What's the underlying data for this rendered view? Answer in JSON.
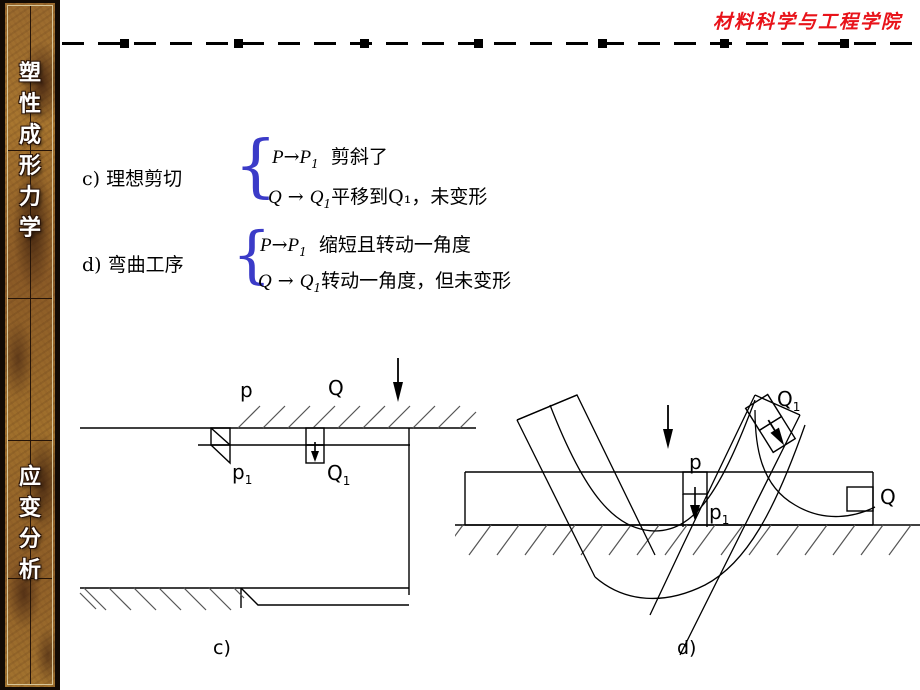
{
  "slide": {
    "header_title": "材料科学与工程学院",
    "header_accent_color": "#e8131a"
  },
  "sidebar": {
    "background_color": "#8e5e27",
    "text_color": "#ffffff",
    "top_label": "塑性成形力学",
    "bottom_label": "应变分析"
  },
  "content": {
    "items": [
      {
        "marker": "c) 理想剪切",
        "lines": [
          {
            "lhs": "P",
            "arrow": "→",
            "rhs": "P",
            "rhs_sub": "1",
            "note": "剪斜了"
          },
          {
            "lhs": "Q",
            "arrow": "→",
            "rhs": "Q",
            "rhs_sub": "1",
            "note": "平移到Q₁，未变形"
          }
        ]
      },
      {
        "marker": "d) 弯曲工序",
        "lines": [
          {
            "lhs": "P",
            "arrow": "→",
            "rhs": "P",
            "rhs_sub": "1",
            "note": "缩短且转动一角度"
          },
          {
            "lhs": "Q",
            "arrow": "→",
            "rhs": "Q",
            "rhs_sub": "1",
            "note": "转动一角度，但未变形"
          }
        ]
      }
    ],
    "brace_color": "#3b3bc8"
  },
  "figures": [
    {
      "id": "fig-c",
      "caption": "c)",
      "labels": {
        "p": "p",
        "p1": "p",
        "p1_sub": "1",
        "Q": "Q",
        "Q1": "Q",
        "Q1_sub": "1"
      }
    },
    {
      "id": "fig-d",
      "caption": "d)",
      "labels": {
        "p": "p",
        "p1": "p",
        "p1_sub": "1",
        "Q": "Q",
        "Q1": "Q",
        "Q1_sub": "1"
      }
    }
  ]
}
